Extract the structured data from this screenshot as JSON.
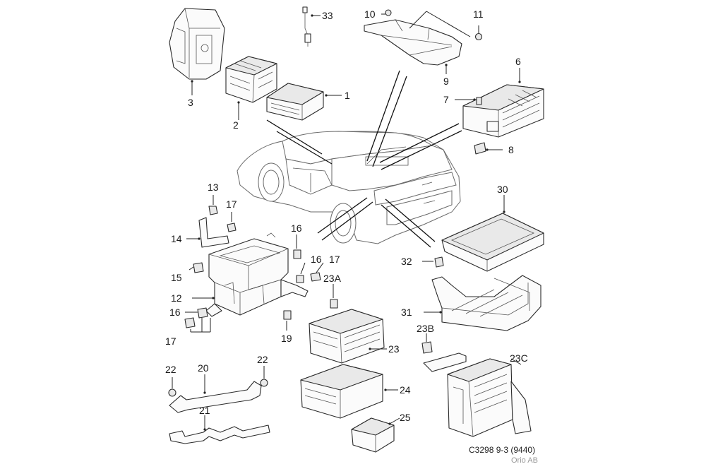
{
  "labels": {
    "l1": "1",
    "l2": "2",
    "l3": "3",
    "l6": "6",
    "l7": "7",
    "l8": "8",
    "l9": "9",
    "l10": "10",
    "l11": "11",
    "l12": "12",
    "l13": "13",
    "l14": "14",
    "l15": "15",
    "l16a": "16",
    "l16b": "16",
    "l16c": "16",
    "l17a": "17",
    "l17b": "17",
    "l17c": "17",
    "l19": "19",
    "l20": "20",
    "l21": "21",
    "l22a": "22",
    "l22b": "22",
    "l23": "23",
    "l23a": "23A",
    "l23b": "23B",
    "l23c": "23C",
    "l24": "24",
    "l25": "25",
    "l30": "30",
    "l31": "31",
    "l32": "32",
    "l33": "33"
  },
  "footer": {
    "code": "C3298 9-3 (9440)",
    "company": "Orio AB"
  }
}
